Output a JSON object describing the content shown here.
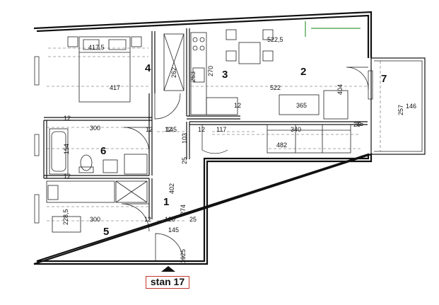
{
  "plan": {
    "apartment_label": "stan 17",
    "rooms": [
      {
        "number": "1"
      },
      {
        "number": "2"
      },
      {
        "number": "3"
      },
      {
        "number": "4"
      },
      {
        "number": "5"
      },
      {
        "number": "6"
      },
      {
        "number": "7"
      }
    ],
    "dimensions": [
      "417,5",
      "417",
      "262",
      "263",
      "270",
      "522,5",
      "522",
      "404",
      "365",
      "12",
      "257",
      "146",
      "300",
      "12",
      "145",
      "117",
      "103",
      "25",
      "340",
      "482",
      "25",
      "154",
      "12",
      "402",
      "274",
      "25",
      "228,5",
      "300",
      "12",
      "120",
      "145",
      "25",
      "19",
      "25",
      "12"
    ]
  }
}
